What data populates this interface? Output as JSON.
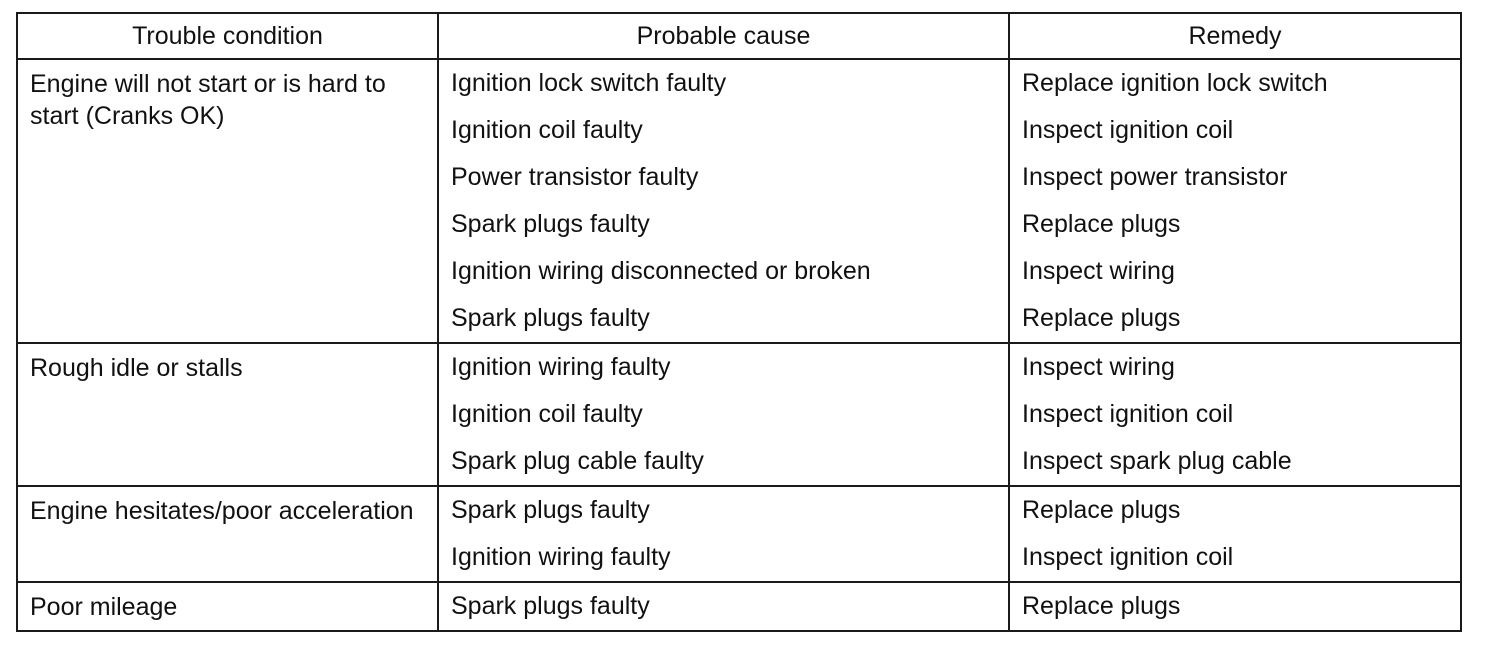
{
  "table": {
    "headers": {
      "condition": "Trouble condition",
      "cause": "Probable cause",
      "remedy": "Remedy"
    },
    "groups": [
      {
        "condition": "Engine will not start or is hard to start (Cranks OK)",
        "rows": [
          {
            "cause": "Ignition lock switch faulty",
            "remedy": "Replace ignition lock switch"
          },
          {
            "cause": "Ignition coil faulty",
            "remedy": "Inspect ignition coil"
          },
          {
            "cause": "Power transistor faulty",
            "remedy": "Inspect power transistor"
          },
          {
            "cause": "Spark plugs faulty",
            "remedy": "Replace plugs"
          },
          {
            "cause": "Ignition wiring disconnected or broken",
            "remedy": "Inspect wiring"
          },
          {
            "cause": "Spark plugs faulty",
            "remedy": "Replace plugs"
          }
        ]
      },
      {
        "condition": "Rough idle or stalls",
        "rows": [
          {
            "cause": "Ignition wiring faulty",
            "remedy": "Inspect wiring"
          },
          {
            "cause": "Ignition coil faulty",
            "remedy": "Inspect ignition coil"
          },
          {
            "cause": "Spark plug cable faulty",
            "remedy": "Inspect spark plug cable"
          }
        ]
      },
      {
        "condition": "Engine hesitates/poor acceleration",
        "rows": [
          {
            "cause": "Spark plugs faulty",
            "remedy": "Replace plugs"
          },
          {
            "cause": "Ignition wiring faulty",
            "remedy": "Inspect ignition coil"
          }
        ]
      },
      {
        "condition": "Poor mileage",
        "rows": [
          {
            "cause": "Spark plugs faulty",
            "remedy": "Replace plugs"
          }
        ]
      }
    ]
  }
}
